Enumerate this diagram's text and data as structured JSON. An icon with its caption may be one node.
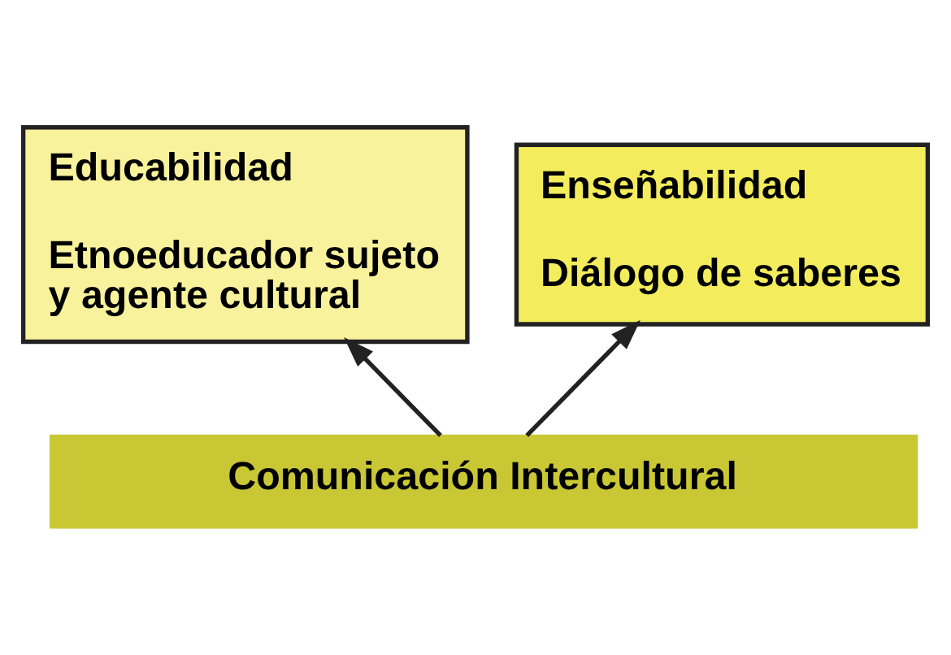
{
  "diagram": {
    "nodes": [
      {
        "text": [
          "Educabilidad",
          "Etnoeducador sujeto y agente cultural"
        ]
      },
      {
        "text": [
          "Enseñabilidad",
          "Diálogo de saberes"
        ]
      },
      {
        "text": [
          "Comunicación Intercultural"
        ]
      }
    ],
    "edges": [
      {
        "from": 2,
        "to": 0,
        "arrow": "to"
      },
      {
        "from": 2,
        "to": 1,
        "arrow": "to"
      }
    ]
  }
}
